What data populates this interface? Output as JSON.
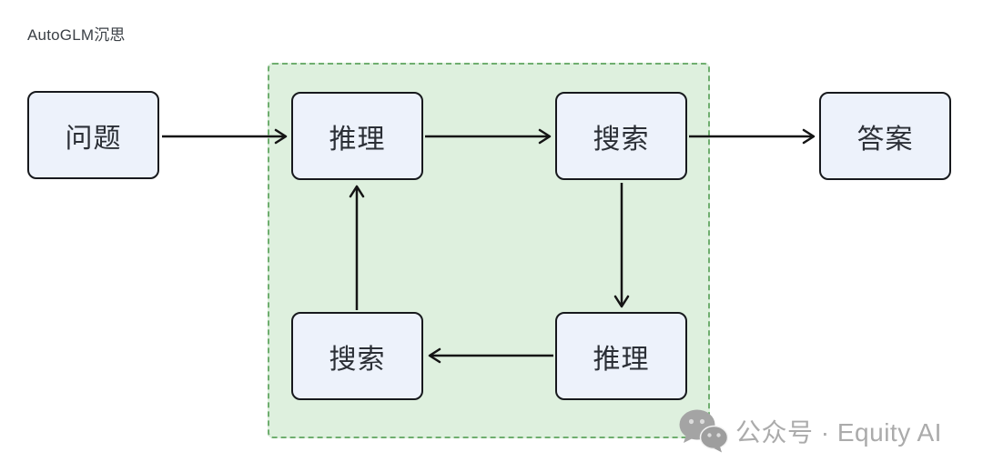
{
  "title": "AutoGLM沉思",
  "diagram": {
    "nodes": [
      {
        "id": "question",
        "label": "问题"
      },
      {
        "id": "reason-top",
        "label": "推理"
      },
      {
        "id": "search-top",
        "label": "搜索"
      },
      {
        "id": "answer",
        "label": "答案"
      },
      {
        "id": "search-bottom",
        "label": "搜索"
      },
      {
        "id": "reason-bottom",
        "label": "推理"
      }
    ],
    "edges": [
      {
        "from": "question",
        "to": "reason-top",
        "direction": "right"
      },
      {
        "from": "reason-top",
        "to": "search-top",
        "direction": "right"
      },
      {
        "from": "search-top",
        "to": "answer",
        "direction": "right"
      },
      {
        "from": "search-top",
        "to": "reason-bottom",
        "direction": "down"
      },
      {
        "from": "reason-bottom",
        "to": "search-bottom",
        "direction": "left"
      },
      {
        "from": "search-bottom",
        "to": "reason-top",
        "direction": "up"
      }
    ],
    "loop_region": {
      "description": "dashed green region enclosing the reasoning-search loop",
      "fill": "#def0de",
      "border": "#6fae6f"
    }
  },
  "watermark": {
    "icon": "wechat-icon",
    "text": "公众号 · Equity AI",
    "color": "#ababab"
  },
  "colors": {
    "background": "#ffffff",
    "node_fill": "#edf2fb",
    "node_border": "#17191d",
    "node_text": "#2b2f36",
    "arrow": "#141414",
    "title_text": "#3b4046"
  }
}
